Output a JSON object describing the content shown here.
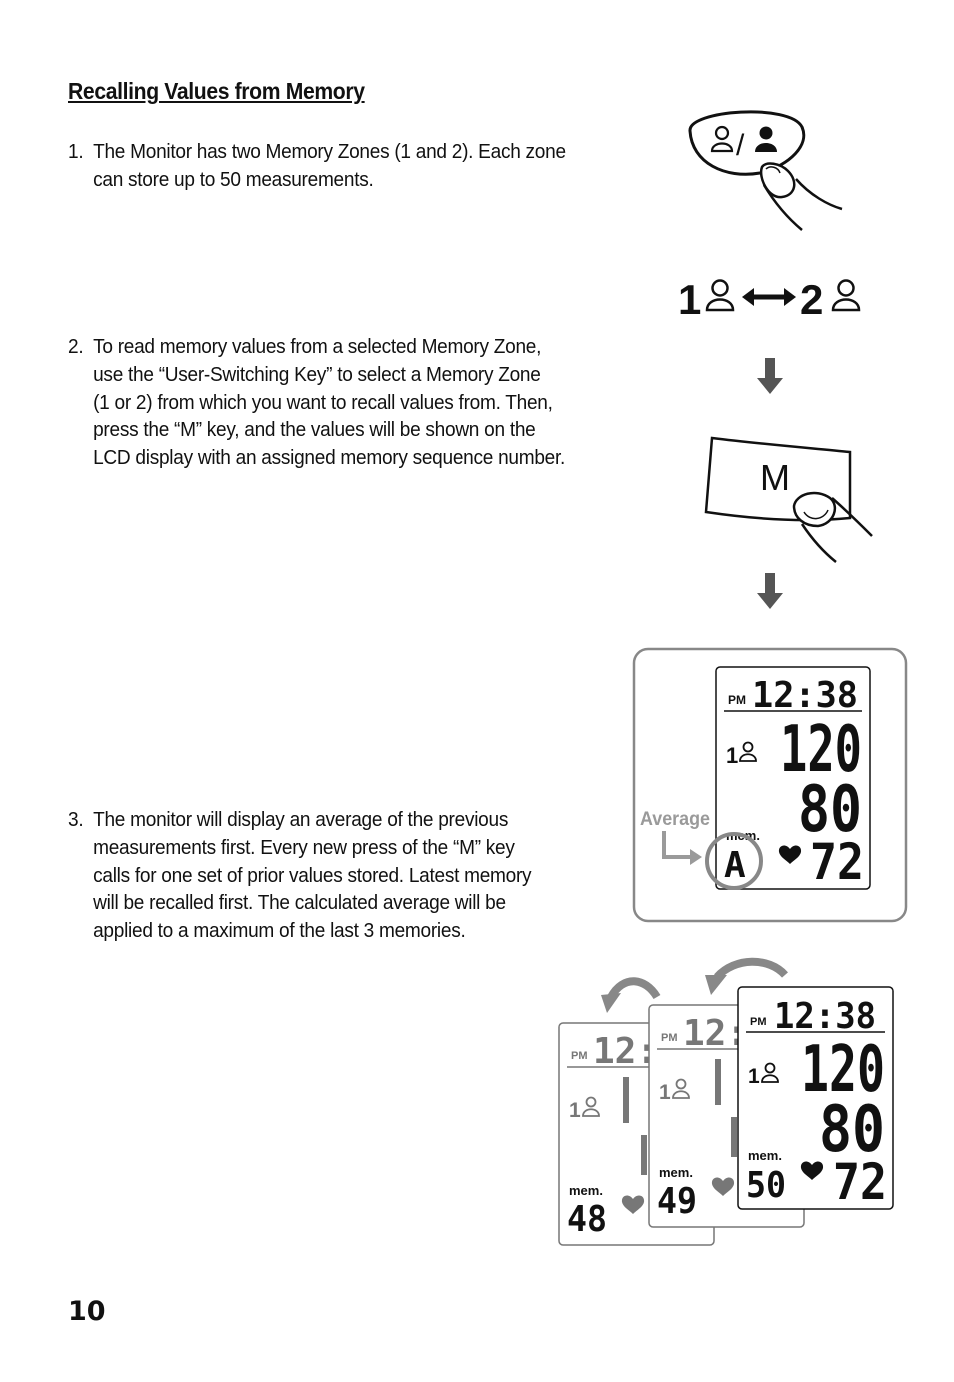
{
  "title": "Recalling Values from Memory",
  "page_number": "10",
  "steps": [
    {
      "num": "1.",
      "text": "The Monitor has two Memory Zones (1 and 2). Each zone\ncan store up to 50 measurements."
    },
    {
      "num": "2.",
      "text": "To read memory values from a selected Memory Zone,\nuse the “User-Switching Key” to select a Memory Zone\n(1 or 2) from which you want to recall values from. Then,\npress the “M” key, and the values will be shown on the\nLCD display with an assigned memory sequence number."
    },
    {
      "num": "3.",
      "text": "The monitor will display an average of the previous\nmeasurements first.  Every new press of the “M” key\ncalls for one set of prior values stored. Latest memory\nwill be recalled first. The calculated average will be\napplied to a maximum of the last 3 memories."
    }
  ],
  "figures": {
    "user_key": {
      "label": "/"
    },
    "zones": {
      "zone1": "1",
      "zone2": "2"
    },
    "m_key": {
      "label": "M"
    },
    "average_display": {
      "ampm": "PM",
      "time": "12:38",
      "systolic": "120",
      "diastolic": "80",
      "pulse": "72",
      "zone": "1",
      "mem_label": "mem.",
      "mem_value": "A",
      "average_label": "Average"
    },
    "stack_displays": [
      {
        "ampm": "PM",
        "time": "12:",
        "zone": "1",
        "mem_label": "mem.",
        "mem_value": "48"
      },
      {
        "ampm": "PM",
        "time": "12:",
        "zone": "1",
        "mem_label": "mem.",
        "mem_value": "49"
      },
      {
        "ampm": "PM",
        "time": "12:38",
        "systolic": "120",
        "diastolic": "80",
        "pulse": "72",
        "zone": "1",
        "mem_label": "mem.",
        "mem_value": "50"
      }
    ]
  },
  "colors": {
    "text": "#111111",
    "gray": "#888888",
    "light_gray": "#9a9a9a"
  }
}
